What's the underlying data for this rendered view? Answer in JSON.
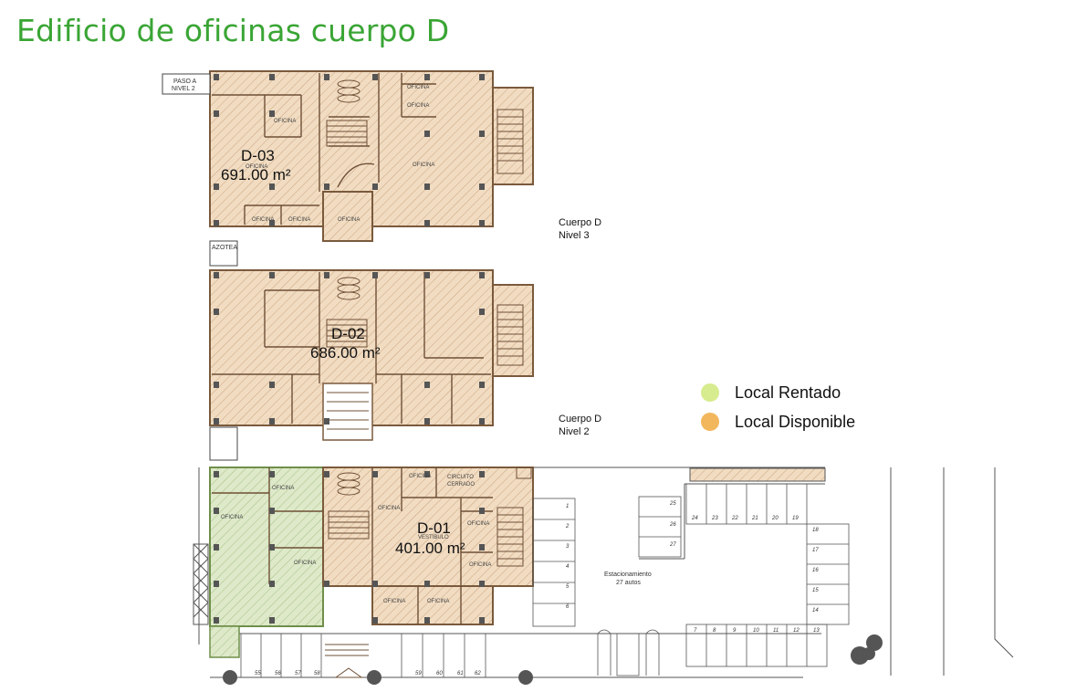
{
  "title": "Edificio de oficinas  cuerpo D",
  "colors": {
    "title_green": "#3aa535",
    "rented": "#d7ec8e",
    "available": "#f2b75c",
    "available_fill": "#efd6b8",
    "rented_fill": "#d9e7c4",
    "wall": "#7a5a3c"
  },
  "floors": {
    "level3": {
      "unit": "D-03",
      "area": "691.00 m²",
      "caption_line1": "Cuerpo D",
      "caption_line2": "Nivel 3"
    },
    "level2": {
      "unit": "D-02",
      "area": "686.00 m²",
      "caption_line1": "Cuerpo D",
      "caption_line2": "Nivel 2"
    },
    "level1": {
      "unit": "D-01",
      "area": "401.00 m²"
    }
  },
  "plan_labels": {
    "paso_a": "PASO A",
    "nivel_2": "NIVEL 2",
    "azotea": "AZOTEA",
    "oficina": "OFICINA",
    "circuito": "CIRCUITO",
    "cerrado": "CERRADO",
    "vestibulo": "VESTIBULO",
    "estacionamiento": "Estacionamiento",
    "autos": "27 autos"
  },
  "parking_numbers": {
    "left_column": [
      "1",
      "2",
      "3",
      "4",
      "5",
      "6"
    ],
    "middle_column": [
      "25",
      "26",
      "27"
    ],
    "top_row": [
      "24",
      "23",
      "22",
      "21",
      "20",
      "19"
    ],
    "right_column": [
      "18",
      "17",
      "16",
      "15",
      "14"
    ],
    "bottom_row": [
      "7",
      "8",
      "9",
      "10",
      "11",
      "12",
      "13"
    ],
    "lower_left": [
      "55",
      "56",
      "57",
      "58"
    ],
    "lower_mid": [
      "59",
      "60",
      "61",
      "62"
    ]
  },
  "legend": [
    {
      "label": "Local Rentado",
      "color": "#d7ec8e"
    },
    {
      "label": "Local Disponible",
      "color": "#f2b75c"
    }
  ]
}
